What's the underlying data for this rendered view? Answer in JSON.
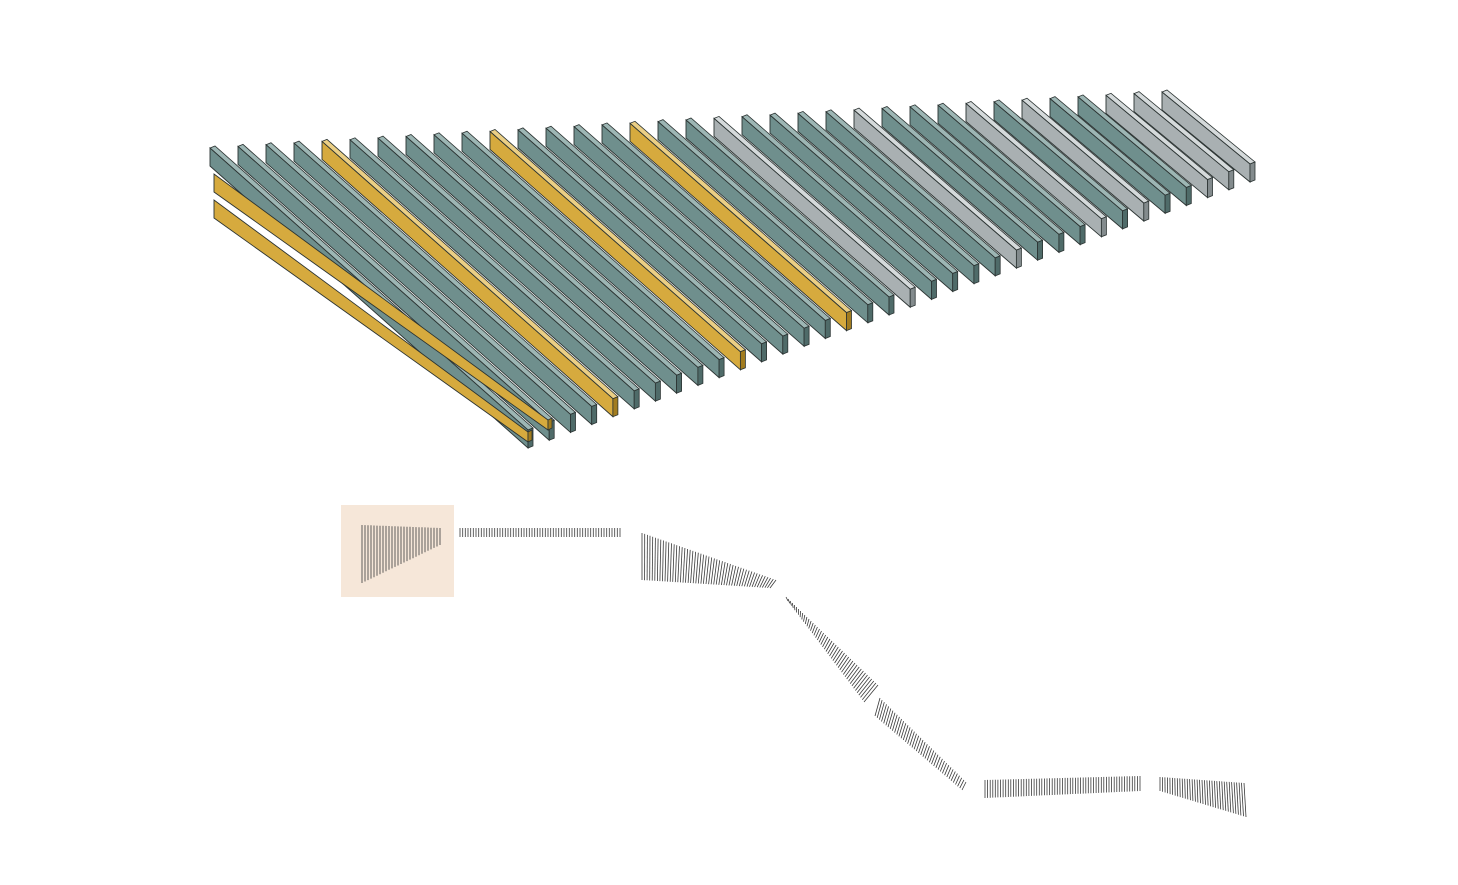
{
  "diagram": {
    "style": {
      "background": "#ffffff",
      "slat_stroke": "#2b3332",
      "highlight_fill": "#f6e7d9",
      "hatch_stroke": "#3a3a3a"
    },
    "palette": {
      "teal": {
        "face": "#6f8f8d",
        "edge": "#4f6b69",
        "top": "#9db6b4"
      },
      "gold": {
        "face": "#d6aa3e",
        "edge": "#a27c1f",
        "top": "#ebcf85"
      },
      "grey": {
        "face": "#a9b0b2",
        "edge": "#838b8d",
        "top": "#d5dadb"
      }
    },
    "isometric_slats": [
      "teal",
      "teal",
      "teal",
      "teal",
      "gold",
      "teal",
      "teal",
      "teal",
      "teal",
      "teal",
      "gold",
      "teal",
      "teal",
      "teal",
      "teal",
      "gold",
      "teal",
      "teal",
      "grey",
      "teal",
      "teal",
      "teal",
      "teal",
      "grey",
      "teal",
      "teal",
      "teal",
      "grey",
      "teal",
      "grey",
      "teal",
      "teal",
      "grey",
      "grey",
      "grey"
    ],
    "lower_slats": [
      "gold",
      "gold"
    ],
    "segments": [
      {
        "id": "segment-1",
        "highlighted": true
      },
      {
        "id": "segment-2",
        "highlighted": false
      },
      {
        "id": "segment-3",
        "highlighted": false
      },
      {
        "id": "segment-4",
        "highlighted": false
      },
      {
        "id": "segment-5",
        "highlighted": false
      },
      {
        "id": "segment-6",
        "highlighted": false
      },
      {
        "id": "segment-7",
        "highlighted": false
      }
    ]
  }
}
